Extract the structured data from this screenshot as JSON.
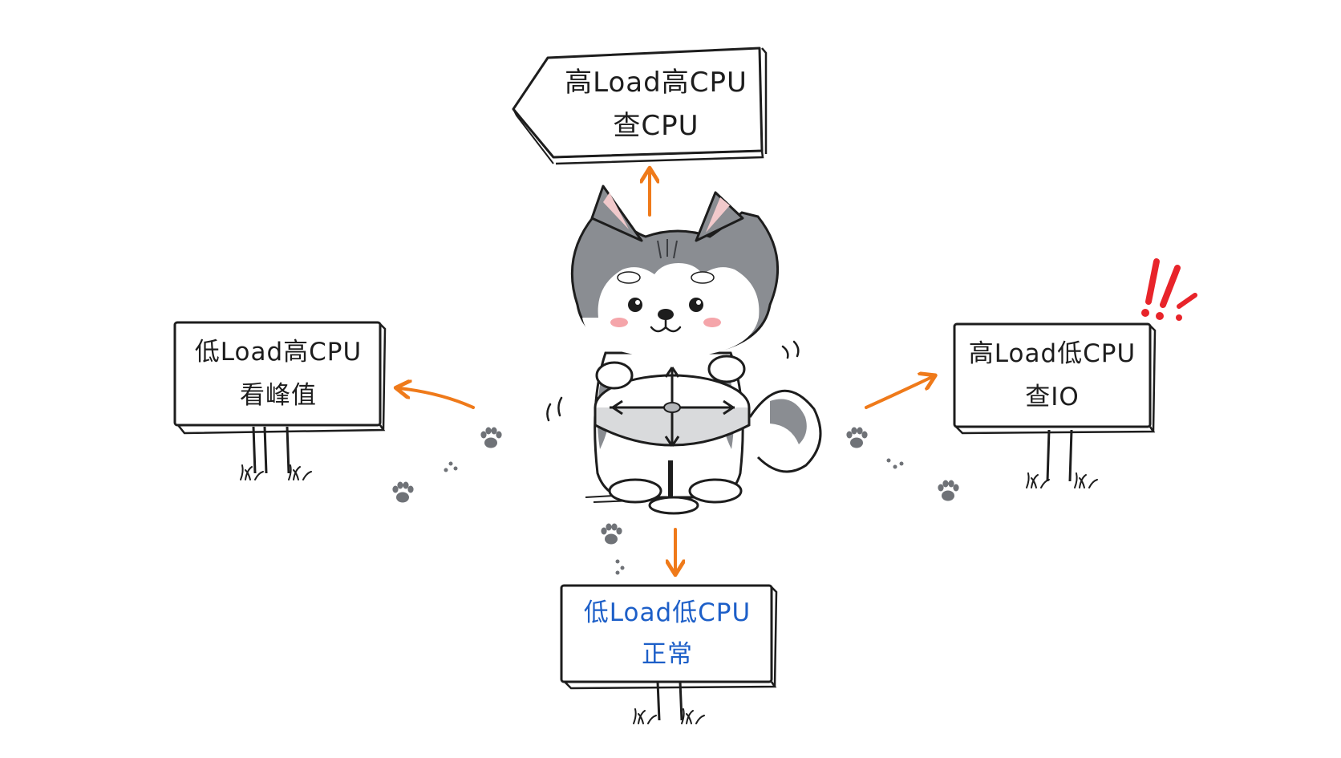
{
  "colors": {
    "ink": "#1d1d1d",
    "arrow_orange": "#ef7a1a",
    "blue_text": "#1d5fc8",
    "alert_red": "#e8242a",
    "fur_gray": "#8a8d92",
    "blush": "#f5a5aa"
  },
  "signs": {
    "top": {
      "line1": "高Load高CPU",
      "line2": "查CPU"
    },
    "left": {
      "line1": "低Load高CPU",
      "line2": "看峰值"
    },
    "right": {
      "line1": "高Load低CPU",
      "line2": "查IO"
    },
    "bottom": {
      "line1": "低Load低CPU",
      "line2": "正常"
    }
  },
  "alert_mark": "!!!",
  "icons": [
    "husky-dog",
    "compass-dial",
    "paw-print",
    "arrow",
    "grass"
  ]
}
